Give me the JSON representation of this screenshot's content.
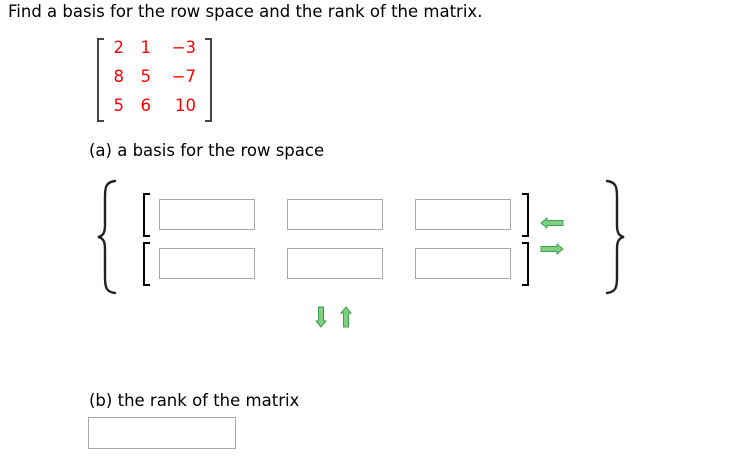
{
  "question": {
    "prompt": "Find a basis for the row space and the rank of the matrix.",
    "matrix": {
      "rows": [
        [
          "2",
          "1",
          "−3"
        ],
        [
          "8",
          "5",
          "−7"
        ],
        [
          "5",
          "6",
          "10"
        ]
      ],
      "color": "#ff0000"
    }
  },
  "part_a": {
    "label": "(a) a basis for the row space",
    "vectors": [
      {
        "entries": [
          "",
          "",
          ""
        ]
      },
      {
        "entries": [
          "",
          "",
          ""
        ]
      }
    ],
    "controls": {
      "remove_component_icon": "left-arrow-icon",
      "add_component_icon": "right-arrow-icon",
      "remove_vector_icon": "down-arrow-icon",
      "add_vector_icon": "up-arrow-icon",
      "arrow_color": "#4caf50"
    }
  },
  "part_b": {
    "label": "(b) the rank of the matrix",
    "answer": ""
  }
}
